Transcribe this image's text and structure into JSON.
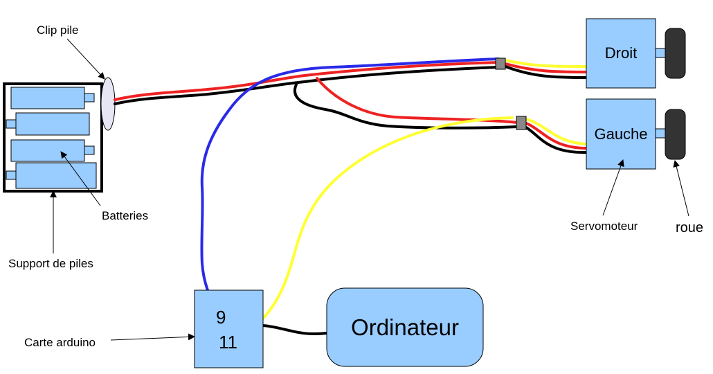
{
  "labels": {
    "clip_pile": "Clip pile",
    "batteries": "Batteries",
    "support_de_piles": "Support de piles",
    "carte_arduino": "Carte arduino",
    "servomoteur": "Servomoteur",
    "roue": "roue"
  },
  "boxes": {
    "droit": "Droit",
    "gauche": "Gauche",
    "ordinateur": "Ordinateur",
    "pin_9": "9",
    "pin_11": "11"
  },
  "colors": {
    "box_fill": "#99ccff",
    "wire_red": "#ee2222",
    "wire_black": "#000000",
    "wire_blue": "#2a2ae8",
    "wire_yellow": "#ffff33",
    "wheel": "#333333",
    "connector": "#888888"
  }
}
